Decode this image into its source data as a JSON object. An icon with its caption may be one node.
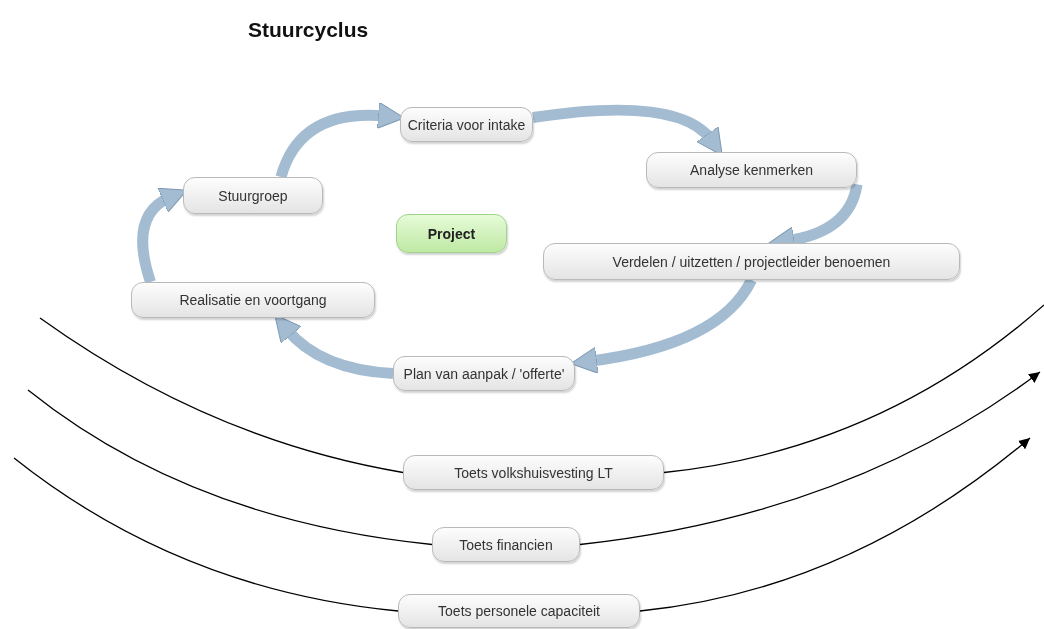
{
  "diagram": {
    "title": "Stuurcyclus",
    "nodes": [
      {
        "text": [
          "Criteria voor intake"
        ]
      },
      {
        "text": [
          "Analyse kenmerken"
        ]
      },
      {
        "text": [
          "Verdelen / uitzetten / projectleider benoemen"
        ]
      },
      {
        "text": [
          "Plan van aanpak / 'offerte'"
        ]
      },
      {
        "text": [
          "Realisatie en voortgang"
        ]
      },
      {
        "text": [
          "Stuurgroep"
        ]
      },
      {
        "text": [
          "Project"
        ]
      },
      {
        "text": [
          "Toets volkshuisvesting LT"
        ]
      },
      {
        "text": [
          "Toets financien"
        ]
      },
      {
        "text": [
          "Toets personele capaciteit"
        ]
      }
    ],
    "edges": [
      {
        "from": 5,
        "to": 0,
        "arrow": "to",
        "style": "thick",
        "color": "#a3bcd2"
      },
      {
        "from": 0,
        "to": 1,
        "arrow": "to",
        "style": "thick",
        "color": "#a3bcd2"
      },
      {
        "from": 1,
        "to": 2,
        "arrow": "to",
        "style": "thick",
        "color": "#a3bcd2"
      },
      {
        "from": 2,
        "to": 3,
        "arrow": "to",
        "style": "thick",
        "color": "#a3bcd2"
      },
      {
        "from": 3,
        "to": 4,
        "arrow": "to",
        "style": "thick",
        "color": "#a3bcd2"
      },
      {
        "from": 4,
        "to": 5,
        "arrow": "to",
        "style": "thick",
        "color": "#a3bcd2"
      },
      {
        "from": null,
        "to": 7,
        "arrow": "none",
        "color": "#000000"
      },
      {
        "from": 7,
        "to": null,
        "arrow": "none",
        "color": "#000000"
      },
      {
        "from": null,
        "to": 8,
        "arrow": "none",
        "color": "#000000"
      },
      {
        "from": 8,
        "to": null,
        "arrow": "to",
        "color": "#000000"
      },
      {
        "from": null,
        "to": 9,
        "arrow": "none",
        "color": "#000000"
      },
      {
        "from": 9,
        "to": null,
        "arrow": "to",
        "color": "#000000"
      }
    ]
  }
}
